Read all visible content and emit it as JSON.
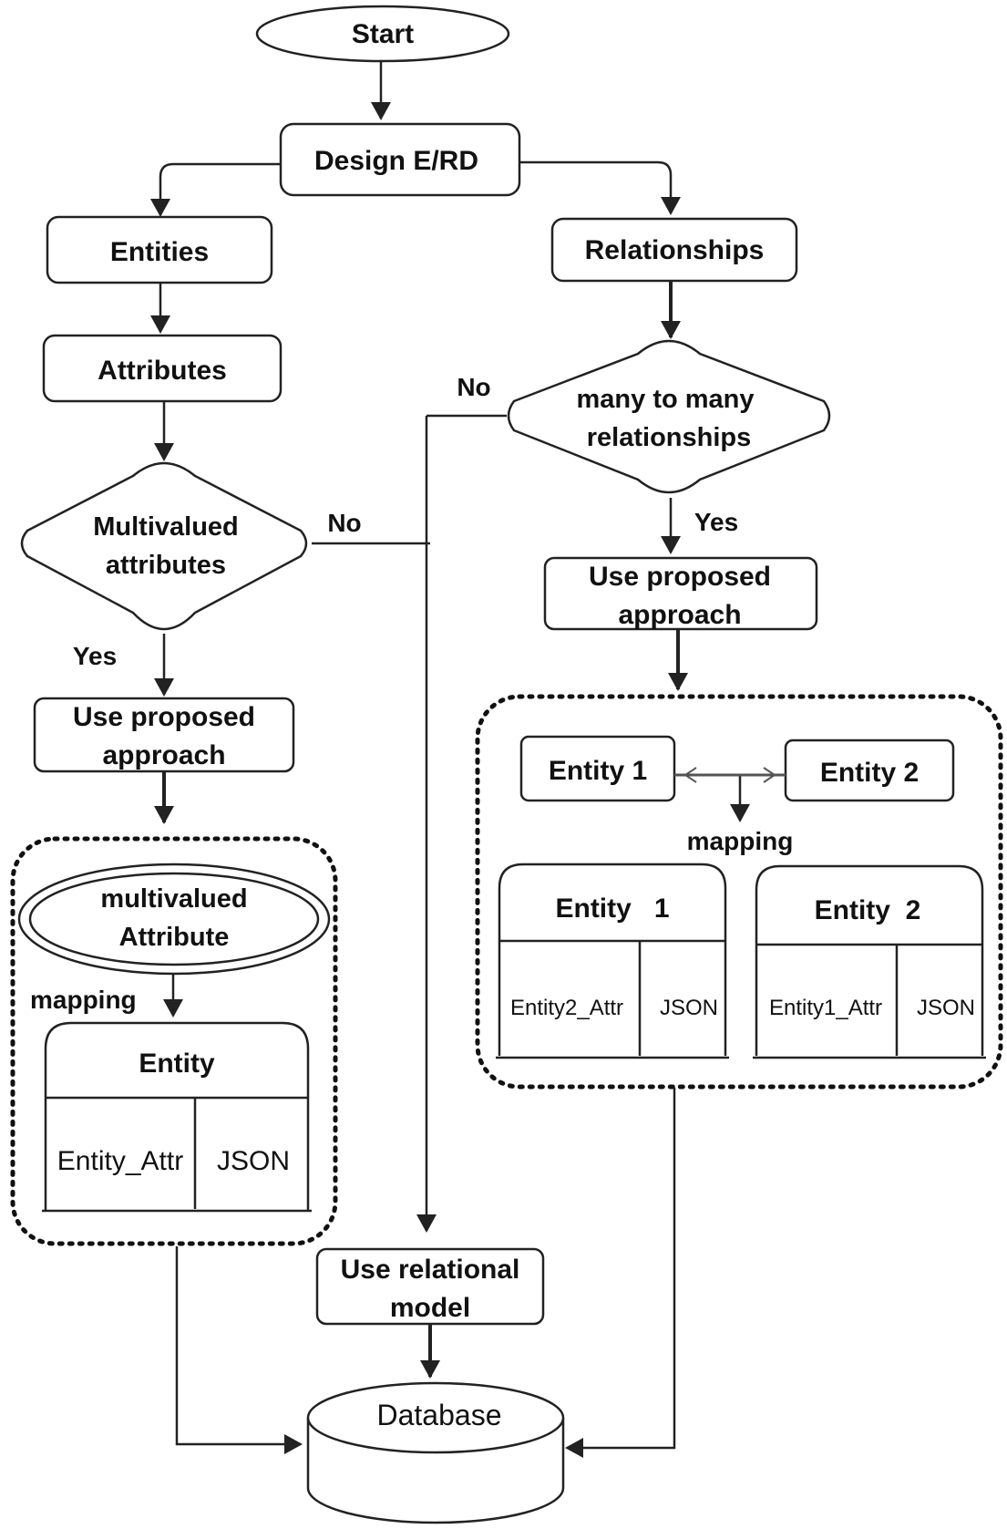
{
  "nodes": {
    "start": "Start",
    "design": "Design E/RD",
    "entities": "Entities",
    "relationships": "Relationships",
    "attributes": "Attributes",
    "multivalued": [
      "Multivalued",
      "attributes"
    ],
    "manytomany": [
      "many to many",
      "relationships"
    ],
    "use_left": [
      "Use proposed",
      "approach"
    ],
    "use_right": [
      "Use proposed",
      "approach"
    ],
    "use_relational": [
      "Use relational",
      "model"
    ],
    "database": "Database"
  },
  "edge_labels": {
    "left_no": "No",
    "left_yes": "Yes",
    "right_no": "No",
    "right_yes": "Yes"
  },
  "left_group": {
    "attr_shape": [
      "multivalued",
      "Attribute"
    ],
    "mapping": "mapping",
    "table_title": "Entity",
    "col1": "Entity_Attr",
    "col2": "JSON"
  },
  "right_group": {
    "entity1": "Entity 1",
    "entity2": "Entity 2",
    "mapping": "mapping",
    "table1_title": "Entity   1",
    "table1_col1": "Entity2_Attr",
    "table1_col2": "JSON",
    "table2_title": "Entity  2",
    "table2_col1": "Entity1_Attr",
    "table2_col2": "JSON"
  }
}
